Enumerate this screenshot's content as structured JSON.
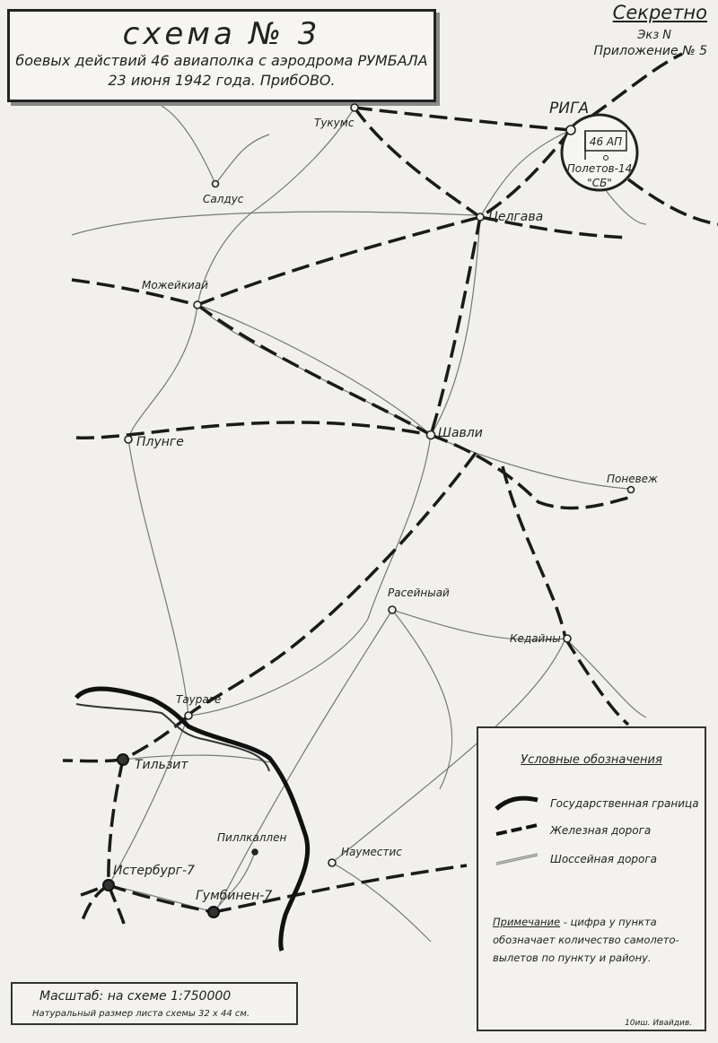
{
  "title": {
    "line1": "схема № 3",
    "line2": "боевых действий 46 авиаполка с аэродрома РУМБАЛА",
    "line3": "23 июня 1942 года. ПрибОВО."
  },
  "classification": {
    "stamp": "Секретно",
    "copy": "Экз N",
    "appendix": "Приложение № 5"
  },
  "airfield": {
    "regiment": "46 АП",
    "flights": "Полетов-14",
    "aircraft": "\"СБ\""
  },
  "places": {
    "riga": "РИГА",
    "tukums": "Тукумс",
    "saldus": "Салдус",
    "jelgava": "Целгава",
    "mazeikiai": "Можейкиай",
    "plunge": "Плунге",
    "siauliai": "Шавли",
    "panevezys": "Поневеж",
    "raseiniai": "Расейныай",
    "kedainiai": "Кедайны",
    "taurage": "Таураге",
    "tilsit": "Тильзит",
    "pillkallen": "Пиллкаллен",
    "naumiestis": "Науместис",
    "insterburg": "Истербург-7",
    "gumbinnen": "Гумбинен-7"
  },
  "legend": {
    "title": "Условные обозначения",
    "border": "Государственная граница",
    "railway": "Железная дорога",
    "highway": "Шоссейная дорога",
    "note_label": "Примечание",
    "note_text": " - цифра у пункта обозначает количество самолето-вылетов по пункту и району.",
    "signature": "10иш. Ивайдив."
  },
  "scale": {
    "line1": "Масштаб: на схеме 1:750000",
    "line2": "Натуральный размер листа схемы 32 х 44 см."
  },
  "colors": {
    "paper": "#f1f0ec",
    "ink": "#222222"
  },
  "icons": {
    "town": "hollow-circle",
    "city_target": "filled-circle",
    "airfield": "flag-in-circle"
  }
}
